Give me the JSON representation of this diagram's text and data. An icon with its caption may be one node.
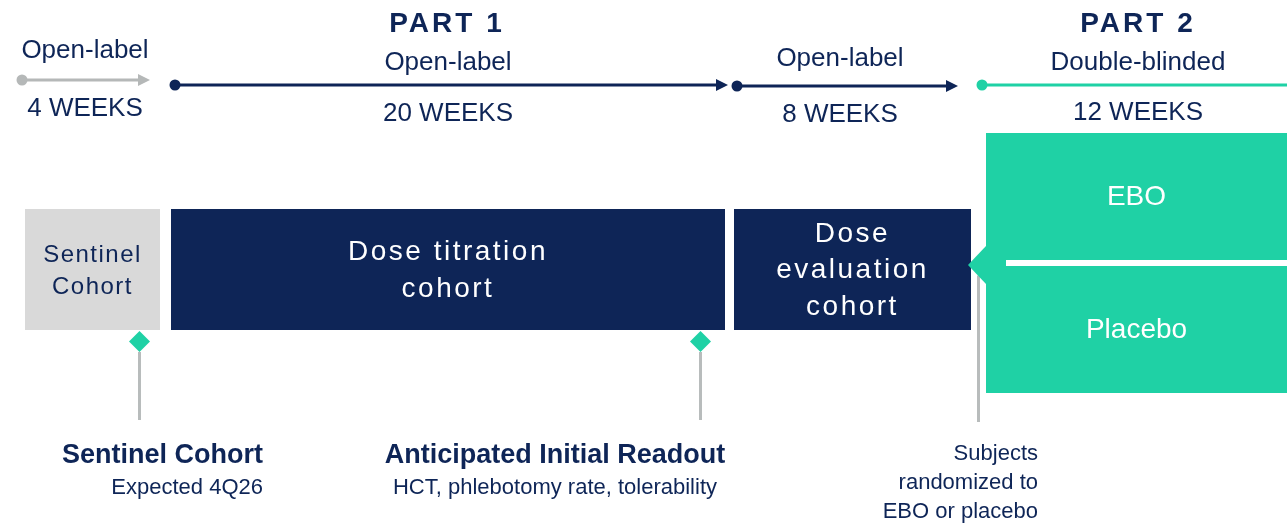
{
  "diagram": {
    "nodes": [
      {
        "text": [
          "Sentinel Cohort"
        ]
      },
      {
        "text": [
          "Dose titration cohort"
        ]
      },
      {
        "text": [
          "Dose evaluation cohort"
        ]
      },
      {
        "text": [
          "EBO"
        ]
      },
      {
        "text": [
          "Placebo"
        ]
      },
      {
        "text": [],
        "shape": "diamond"
      },
      {
        "text": [],
        "shape": "diamond"
      },
      {
        "text": [],
        "shape": "triangle"
      },
      {
        "text": [
          "Sentinel Cohort",
          "Expected 4Q26"
        ]
      },
      {
        "text": [
          "Anticipated Initial Readout",
          "HCT, phlebotomy rate, tolerability"
        ]
      },
      {
        "text": [
          "Subjects randomized to EBO or placebo"
        ]
      }
    ],
    "edges": [
      {
        "from": 8,
        "to": 5,
        "arrow": "none"
      },
      {
        "from": 9,
        "to": 6,
        "arrow": "none"
      },
      {
        "from": 10,
        "to": 7,
        "arrow": "none"
      }
    ],
    "labels": [
      "PART 1",
      "PART 2",
      "Open-label",
      "Open-label",
      "Open-label",
      "Double-blinded",
      "4 WEEKS",
      "20 WEEKS",
      "8 WEEKS",
      "12 WEEKS"
    ]
  }
}
